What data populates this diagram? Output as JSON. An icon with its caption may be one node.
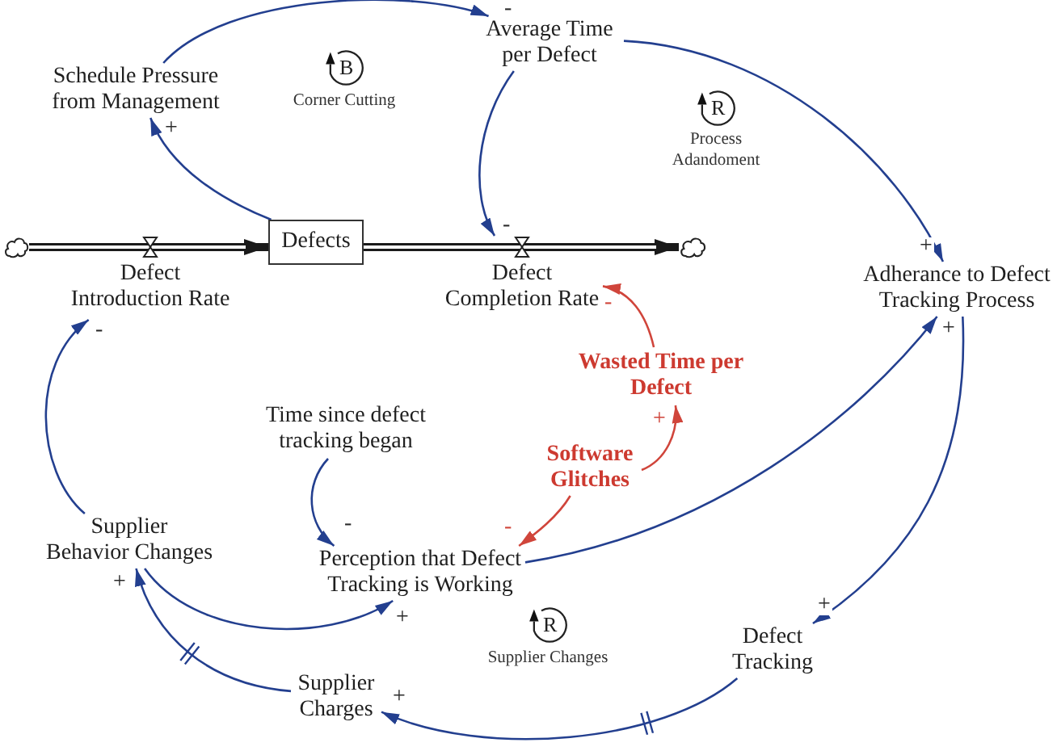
{
  "diagram": {
    "nodes": [
      {
        "text": [
          "Average Time per Defect"
        ]
      },
      {
        "text": [
          "Schedule Pressure from Management"
        ]
      },
      {
        "text": [
          "B"
        ],
        "beside": [
          "Corner Cutting"
        ]
      },
      {
        "text": [
          "R"
        ],
        "beside": [
          "Process Adandoment"
        ]
      },
      {
        "text": [],
        "shape": "cloud"
      },
      {
        "text": [
          "Defects"
        ]
      },
      {
        "text": [],
        "shape": "cloud"
      },
      {
        "text": [
          "Defect Introduction Rate"
        ]
      },
      {
        "text": [
          "Defect Completion Rate"
        ]
      },
      {
        "text": [
          "Adherance to Defect Tracking Process"
        ]
      },
      {
        "text": [
          "Wasted Time per Defect"
        ]
      },
      {
        "text": [
          "Time since defect tracking began"
        ]
      },
      {
        "text": [
          "Software Glitches"
        ]
      },
      {
        "text": [
          "Supplier Behavior Changes"
        ]
      },
      {
        "text": [
          "Perception that Defect Tracking is Working"
        ]
      },
      {
        "text": [
          "R"
        ],
        "beside": [
          "Supplier Changes"
        ]
      },
      {
        "text": [
          "Defect Tracking"
        ]
      },
      {
        "text": [
          "Supplier Charges"
        ]
      }
    ],
    "edges": [
      {
        "from": 5,
        "to": 1,
        "arrow": "to",
        "label": "+"
      },
      {
        "from": 1,
        "to": 0,
        "arrow": "to",
        "label": "-"
      },
      {
        "from": 0,
        "to": 8,
        "arrow": "to",
        "label": "-"
      },
      {
        "from": 0,
        "to": 9,
        "arrow": "to",
        "label": "+"
      },
      {
        "from": 9,
        "to": 16,
        "arrow": "to",
        "label": "+"
      },
      {
        "from": 16,
        "to": 17,
        "arrow": "to",
        "label": "+"
      },
      {
        "from": 17,
        "to": 13,
        "arrow": "to",
        "label": "+"
      },
      {
        "from": 13,
        "to": 7,
        "arrow": "to",
        "label": "-"
      },
      {
        "from": 13,
        "to": 14,
        "arrow": "to",
        "label": "+"
      },
      {
        "from": 11,
        "to": 14,
        "arrow": "to",
        "label": "-"
      },
      {
        "from": 14,
        "to": 9,
        "arrow": "to",
        "label": "+"
      },
      {
        "from": 12,
        "to": 14,
        "arrow": "to",
        "label": "-",
        "color": "#d0453b"
      },
      {
        "from": 12,
        "to": 10,
        "arrow": "to",
        "label": "+",
        "color": "#d0453b"
      },
      {
        "from": 10,
        "to": 8,
        "arrow": "to",
        "label": "-",
        "color": "#d0453b"
      },
      {
        "from": 4,
        "to": 5,
        "arrow": "to",
        "style": "thick",
        "color": "#1a1a1a"
      },
      {
        "from": 5,
        "to": 6,
        "arrow": "to",
        "style": "thick",
        "color": "#1a1a1a"
      }
    ]
  }
}
